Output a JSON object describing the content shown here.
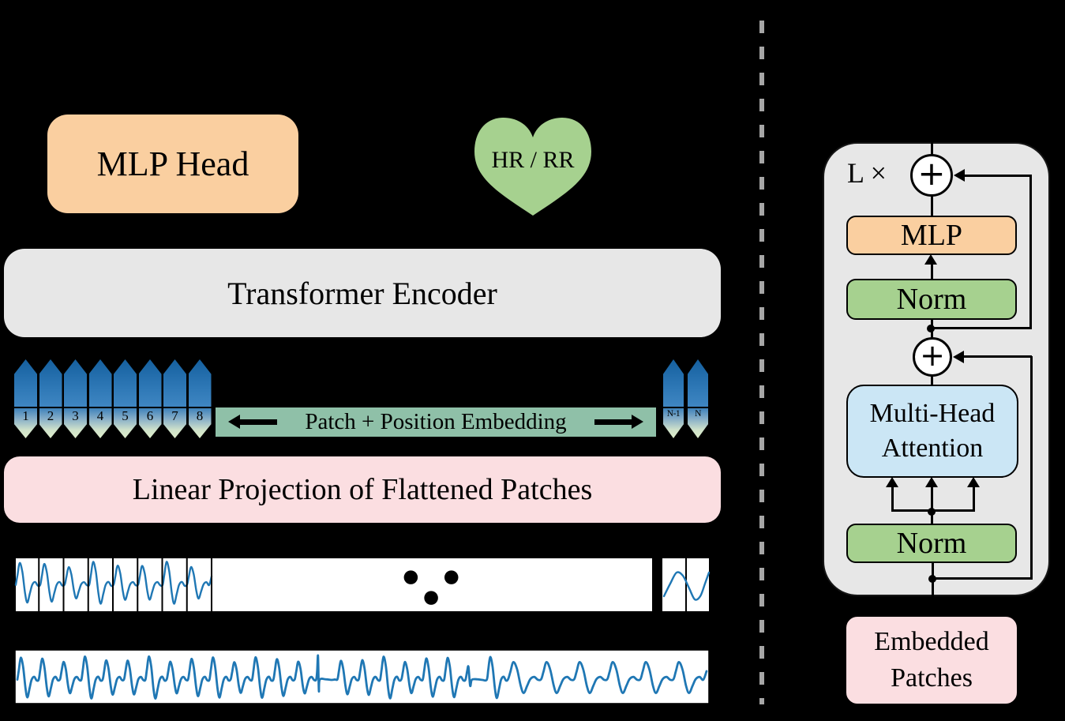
{
  "diagram": {
    "left": {
      "mlp_head": "MLP Head",
      "heart": "HR / RR",
      "transformer_encoder": "Transformer Encoder",
      "embedding_bar": "Patch + Position Embedding",
      "linear_projection": "Linear Projection of Flattened Patches",
      "patch_numbers": [
        "1",
        "2",
        "3",
        "4",
        "5",
        "6",
        "7",
        "8"
      ],
      "patch_numbers_tail": [
        "N-1",
        "N"
      ],
      "ellipsis_dots": "● ● ●"
    },
    "right": {
      "loop": "L ×",
      "plus": "+",
      "mlp": "MLP",
      "norm_upper": "Norm",
      "attention": "Multi-Head Attention",
      "norm_lower": "Norm",
      "embedded_patches": "Embedded Patches"
    },
    "colors": {
      "background": "#000000",
      "orange": "#FACFA0",
      "green": "#A6D18F",
      "embedding_bar_green": "#8FC0A8",
      "pink": "#FBDEE1",
      "attention_blue": "#CBE6F5",
      "panel_gray": "#E7E7E7",
      "signal_blue": "#1F77B4",
      "token_blue": "#3F86C2",
      "token_fade": "#DEEDCB",
      "divider_gray": "#A6A6A6"
    },
    "signal": {
      "patch_cycles": 8,
      "total_cycles": 29
    }
  }
}
